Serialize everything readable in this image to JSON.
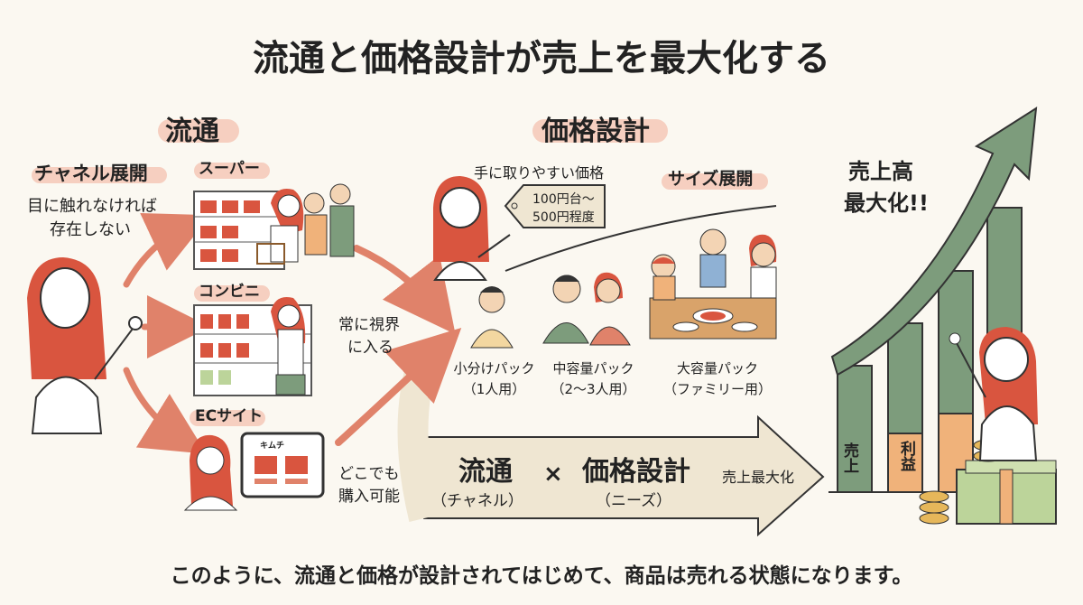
{
  "title": "流通と価格設計が売上を最大化する",
  "distribution": {
    "heading": "流通",
    "channel_label": "チャネル展開",
    "channel_note_line1": "目に触れなければ",
    "channel_note_line2": "存在しない",
    "channels": [
      {
        "label": "スーパー"
      },
      {
        "label": "コンビニ"
      },
      {
        "label": "ECサイト"
      }
    ],
    "always_visible_line1": "常に視界",
    "always_visible_line2": "に入る",
    "anywhere_line1": "どこでも",
    "anywhere_line2": "購入可能",
    "shelf_tag": "キムチ"
  },
  "pricing": {
    "heading": "価格設計",
    "affordable_label": "手に取りやすい価格",
    "price_tag_line1": "100円台〜",
    "price_tag_line2": "500円程度",
    "size_label": "サイズ展開",
    "packs": [
      {
        "name": "小分けパック",
        "sub": "（1人用）"
      },
      {
        "name": "中容量パック",
        "sub": "（2〜3人用）"
      },
      {
        "name": "大容量パック",
        "sub": "（ファミリー用）"
      }
    ]
  },
  "formula": {
    "left": "流通",
    "left_sub": "（チャネル）",
    "operator": "×",
    "right": "価格設計",
    "right_sub": "（ニーズ）",
    "result": "売上最大化"
  },
  "result": {
    "label_line1": "売上高",
    "label_line2": "最大化!!",
    "bar_sales": "売上",
    "bar_profit": "利益"
  },
  "footer": "このように、流通と価格が設計されてはじめて、商品は売れる状態になります。",
  "colors": {
    "accent": "#e0826a",
    "highlight": "#f6cfc0",
    "bar_green": "#7d9c7c",
    "bar_orange": "#f0b27a",
    "hair": "#d9553f",
    "arrow_band": "#efe6d2"
  }
}
